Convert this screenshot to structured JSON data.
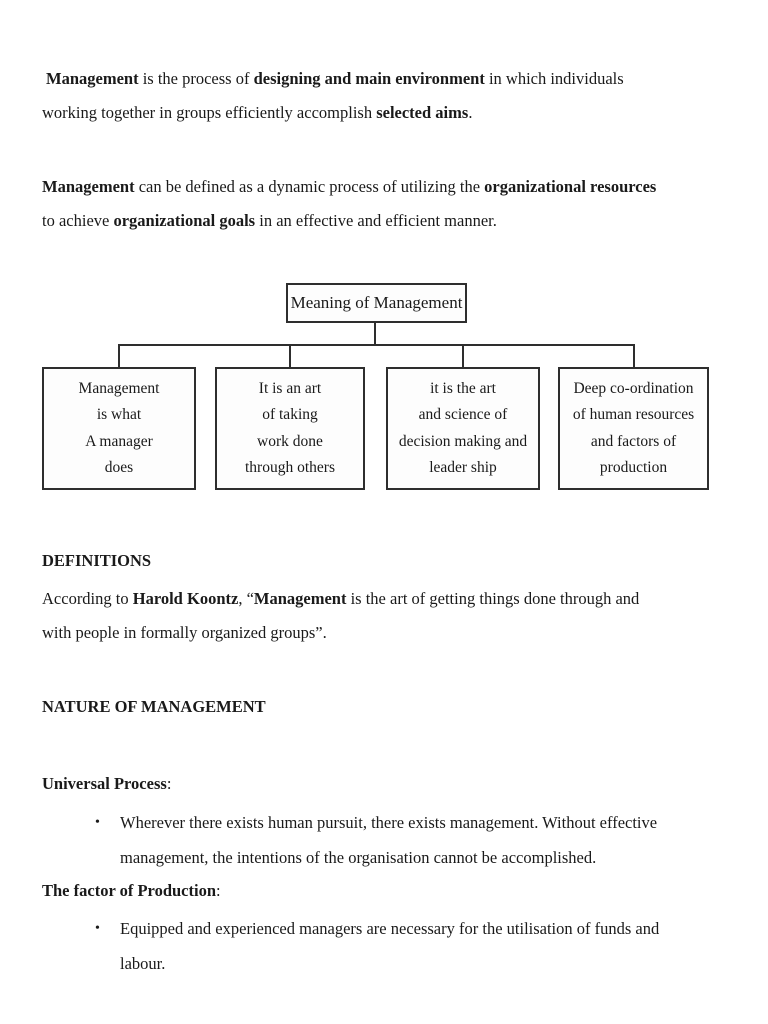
{
  "colors": {
    "text": "#1a1a1a",
    "box_border": "#2e2e2e",
    "background": "#ffffff"
  },
  "document": {
    "intro": {
      "segments": [
        {
          "text": "Management",
          "bold": true
        },
        {
          "text": " is the process of ",
          "bold": false
        },
        {
          "text": "designing and main environment",
          "bold": true
        },
        {
          "text": " in which individuals\nworking together in groups efficiently accomplish ",
          "bold": false
        },
        {
          "text": "selected aims",
          "bold": true
        },
        {
          "text": ".",
          "bold": false
        }
      ]
    },
    "definition_intro": {
      "segments": [
        {
          "text": "Management",
          "bold": true
        },
        {
          "text": " can be defined as a dynamic process of utilizing the ",
          "bold": false
        },
        {
          "text": "organizational resources",
          "bold": true
        },
        {
          "text": "\nto achieve ",
          "bold": false
        },
        {
          "text": "organizational goals",
          "bold": true
        },
        {
          "text": " in an effective and efficient manner.",
          "bold": false
        }
      ]
    },
    "diagram": {
      "title": "Meaning of Management",
      "boxes": [
        {
          "text": "Management\nis what\nA manager\ndoes"
        },
        {
          "text": "It is an art\nof taking\nwork done\nthrough others"
        },
        {
          "text": "it is the art\nand science of\ndecision making and\nleader ship"
        },
        {
          "text": "Deep co-ordination\nof human resources\nand factors of\nproduction"
        }
      ]
    },
    "headings": {
      "definitions": "DEFINITIONS",
      "nature": "NATURE OF MANAGEMENT"
    },
    "koontz": {
      "segments": [
        {
          "text": "According to ",
          "bold": false
        },
        {
          "text": "Harold Koontz",
          "bold": true
        },
        {
          "text": ", “",
          "bold": false
        },
        {
          "text": "Management",
          "bold": true
        },
        {
          "text": " is the art of getting things done through and\nwith people in formally organized groups”.",
          "bold": false
        }
      ]
    },
    "sections": [
      {
        "label": "Universal Process",
        "colon": ":",
        "bullet_char": "•",
        "bullet_text": "Wherever there exists human pursuit, there exists management. Without effective\nmanagement, the intentions of the organisation cannot be accomplished."
      },
      {
        "label": "The factor of Production",
        "colon": ":",
        "bullet_char": "•",
        "bullet_text": "Equipped and experienced managers are necessary for the utilisation of funds and\nlabour."
      }
    ]
  }
}
